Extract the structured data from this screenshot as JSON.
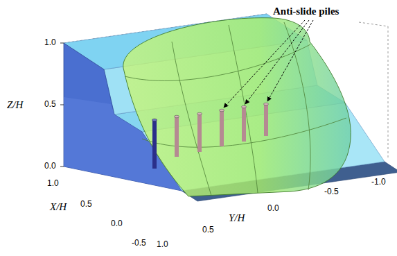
{
  "diagram": {
    "labels": [
      "Anti-slide piles",
      "1.0",
      "Z/H",
      "0.5",
      "0.0",
      "1.0",
      "X/H",
      "0.5",
      "0.0",
      "-0.5",
      "1.0",
      "0.5",
      "Y/H",
      "0.0",
      "-0.5",
      "-1.0"
    ]
  }
}
